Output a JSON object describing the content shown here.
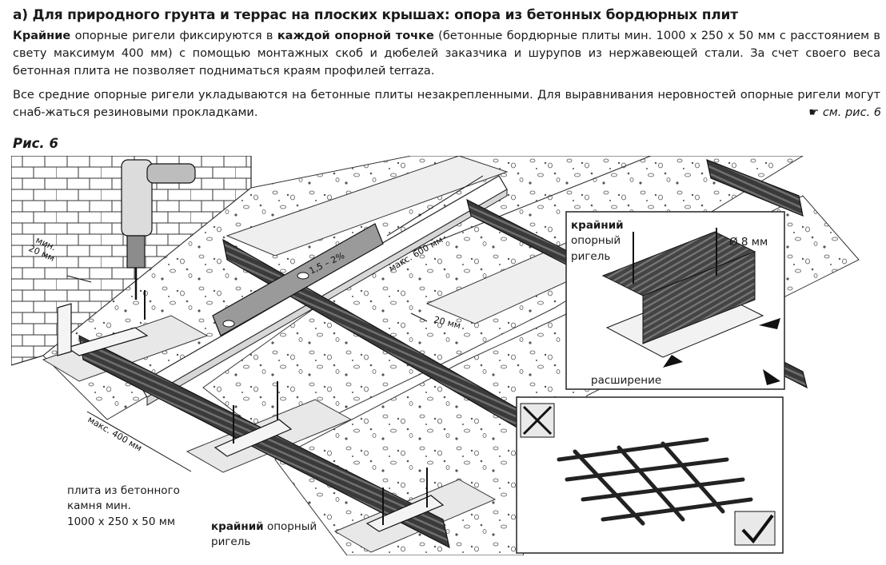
{
  "header": {
    "title": "а) Для природного грунта и террас на плоских крышах: опора из бетонных бордюрных плит"
  },
  "paragraph1": {
    "b1": "Крайние",
    "t1": " опорные ригели фиксируются в ",
    "b2": "каждой опорной точке",
    "t2": " (бетонные бордюрные плиты мин. 1000 х 250 х 50 мм с расстоянием в свету максимум 400 мм) с помощью монтажных скоб и дюбелей заказчика и шурупов из нержавеющей стали. За счет своего веса бетонная плита не позволяет подниматься краям профилей terraza."
  },
  "paragraph2": {
    "text": "Все средние опорные ригели укладываются на бетонные плиты незакрепленными. Для выравнивания неровностей опорные ригели могут снаб-жаться резиновыми прокладками.",
    "see_icon": "pointing-hand-icon",
    "see_ref": "см. рис. 6"
  },
  "figure": {
    "caption": "Рис. 6",
    "labels": {
      "min_line1": "мин.",
      "min_line2": "20 мм",
      "slope": "1,5 – 2%",
      "max600": "макс. 600 мм",
      "gap20": "20 мм",
      "max400": "макс. 400 мм",
      "slab_l1": "плита из бетонного",
      "slab_l2": "камня мин.",
      "slab_l3": "1000 х 250 х 50 мм",
      "edge_bold": "крайний",
      "edge_rest": " опорный",
      "edge_l2": "ригель",
      "inset_l1": "крайний",
      "inset_l2": "опорный",
      "inset_l3": "ригель",
      "diameter": "Ø 8 мм",
      "expansion": "расширение"
    },
    "icons": {
      "wrong": "crossed-drill-icon",
      "right": "checkmark-drill-icon"
    }
  }
}
